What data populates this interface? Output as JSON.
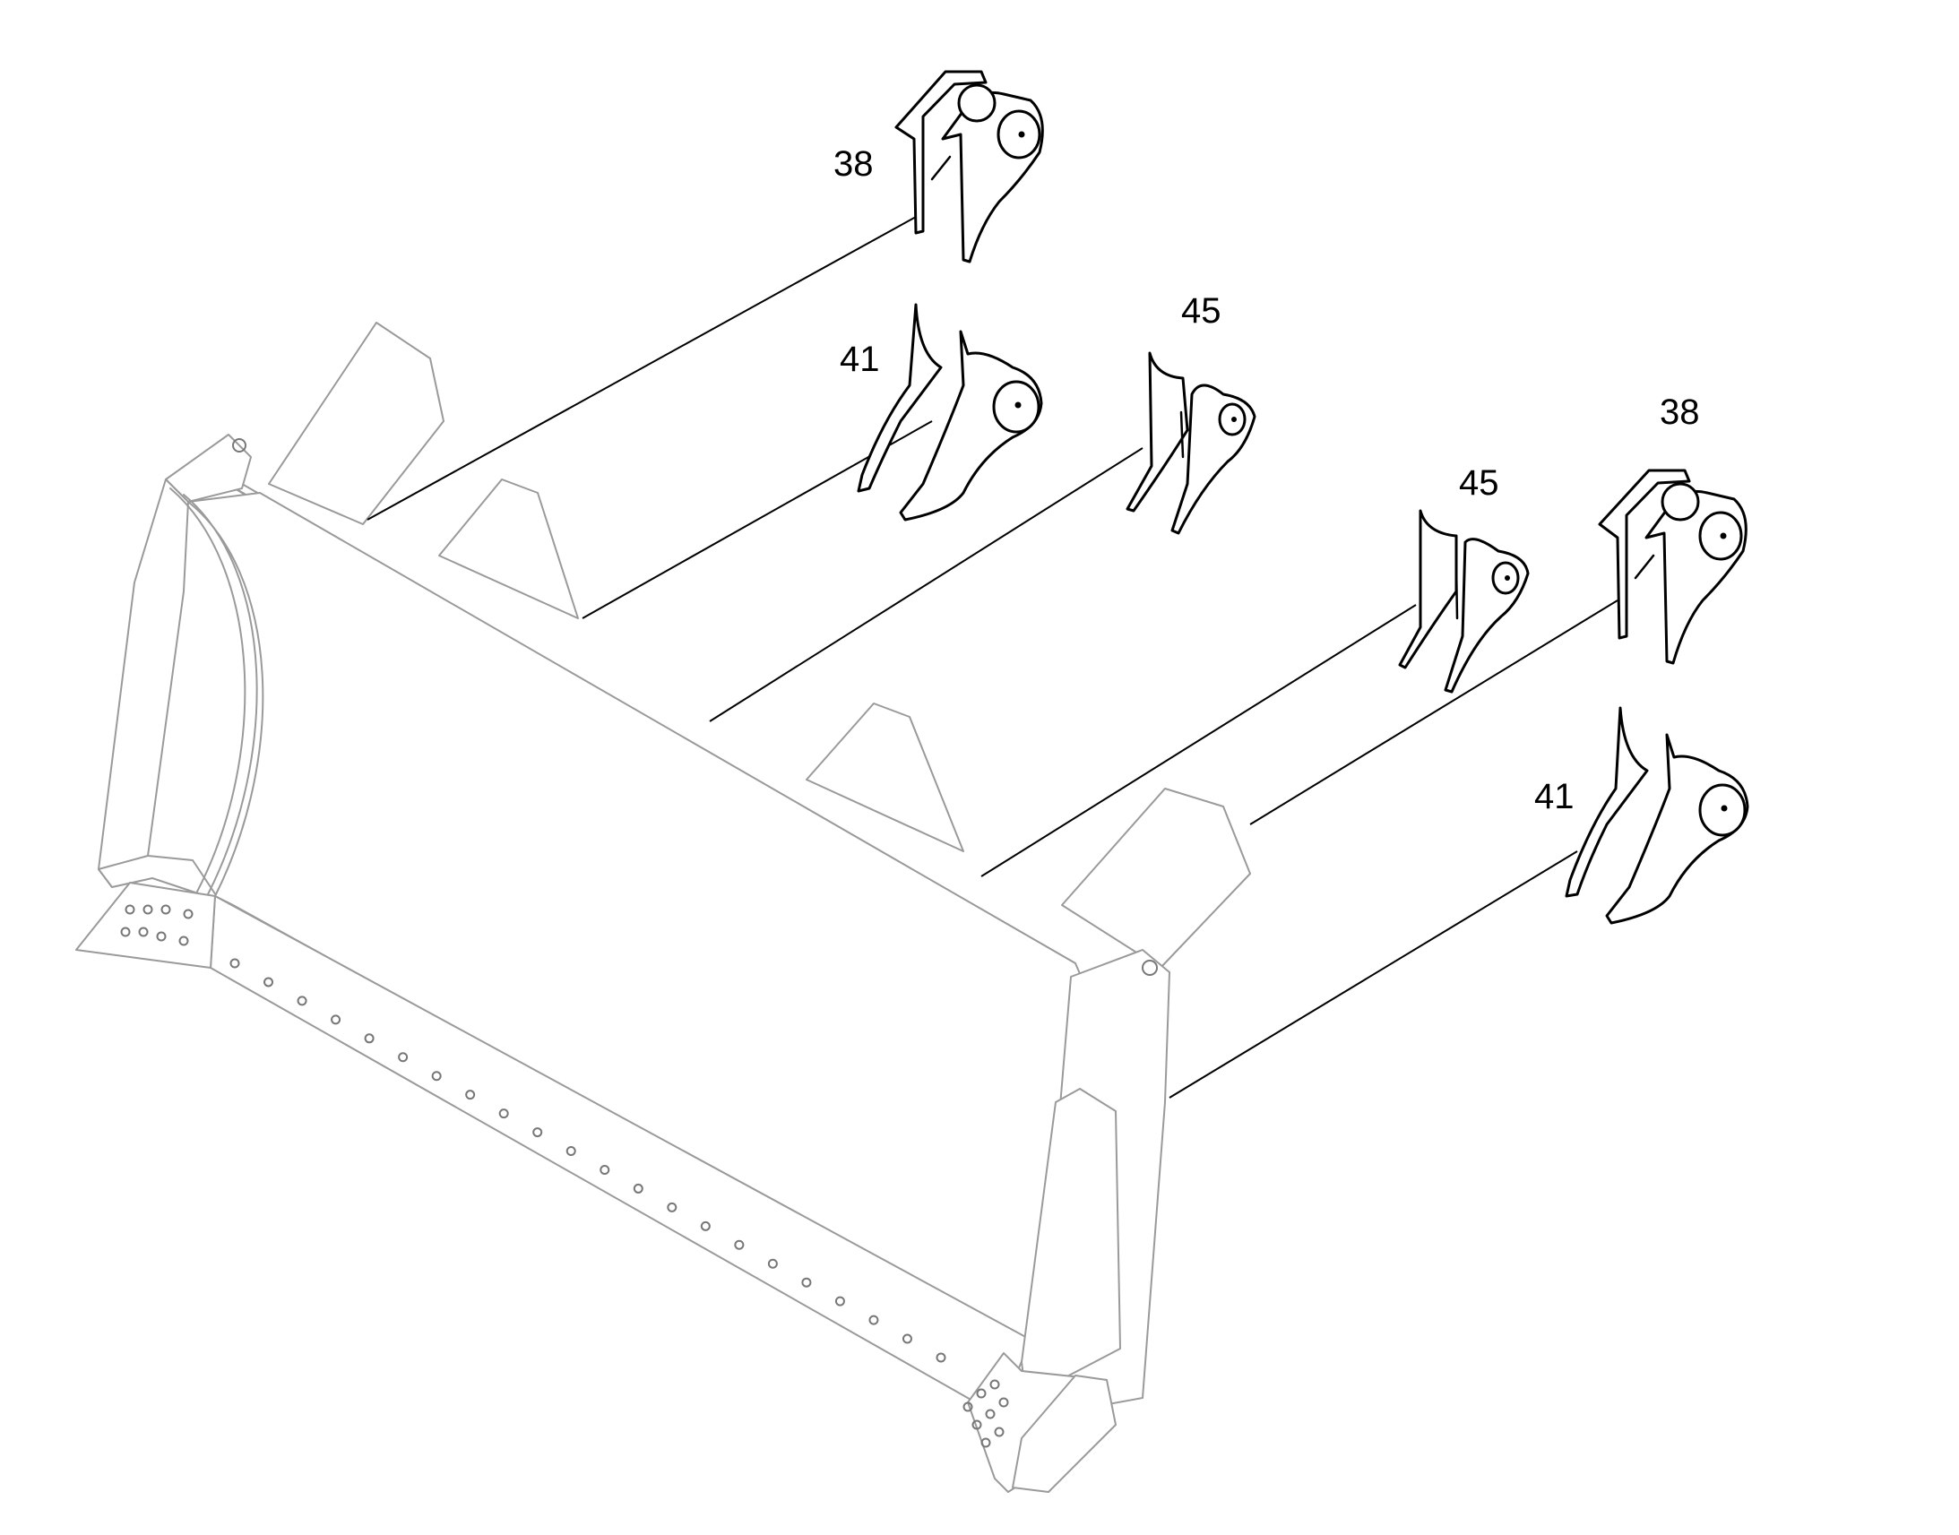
{
  "callouts": [
    {
      "text": "38"
    },
    {
      "text": "41"
    },
    {
      "text": "45"
    },
    {
      "text": "38"
    },
    {
      "text": "45"
    },
    {
      "text": "41"
    }
  ]
}
